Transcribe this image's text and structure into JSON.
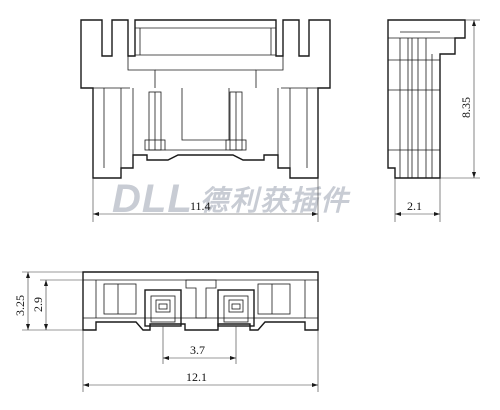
{
  "watermark": {
    "latin": "DLL",
    "chinese": "德利获插件",
    "color": "#c8ccd4"
  },
  "dimensions": {
    "front_width": "11.4",
    "side_height": "8.35",
    "side_width": "2.1",
    "bottom_outer_height": "3.25",
    "bottom_inner_height": "2.9",
    "bottom_pitch": "3.7",
    "bottom_width": "12.1"
  },
  "colors": {
    "line": "#1a1a1a",
    "background": "#ffffff"
  }
}
